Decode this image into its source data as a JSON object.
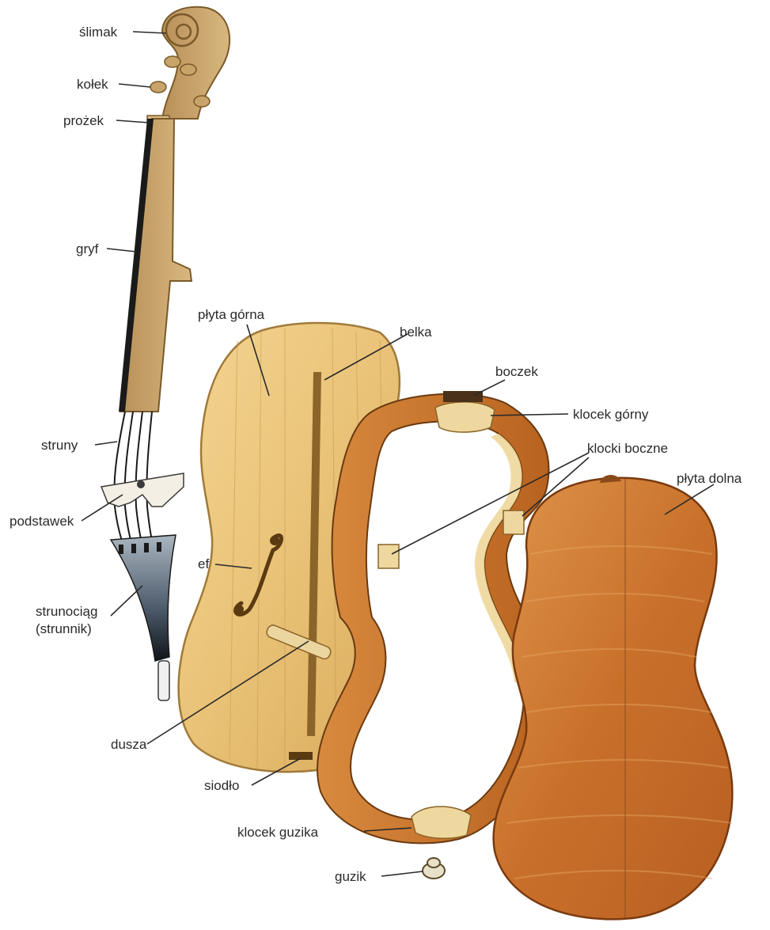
{
  "labels": {
    "slimak": "ślimak",
    "kolek": "kołek",
    "prozek": "prożek",
    "gryf": "gryf",
    "struny": "struny",
    "podstawek": "podstawek",
    "strunociag_1": "strunociąg",
    "strunociag_2": "(strunnik)",
    "dusza": "dusza",
    "siodlo": "siodło",
    "plyta_gorna": "płyta górna",
    "belka": "belka",
    "boczek": "boczek",
    "klocek_gorny": "klocek górny",
    "klocki_boczne": "klocki boczne",
    "plyta_dolna": "płyta dolna",
    "ef": "ef",
    "klocek_guzika": "klocek guzika",
    "guzik": "guzik"
  },
  "colors": {
    "neck_wood": "#c9a46a",
    "fingerboard": "#1a1a1a",
    "top_plate": "#ecc87e",
    "ribs": "#c8742a",
    "back_plate": "#cf7a32",
    "block": "#eed8a0",
    "tailpiece": "#3a4a5a"
  }
}
